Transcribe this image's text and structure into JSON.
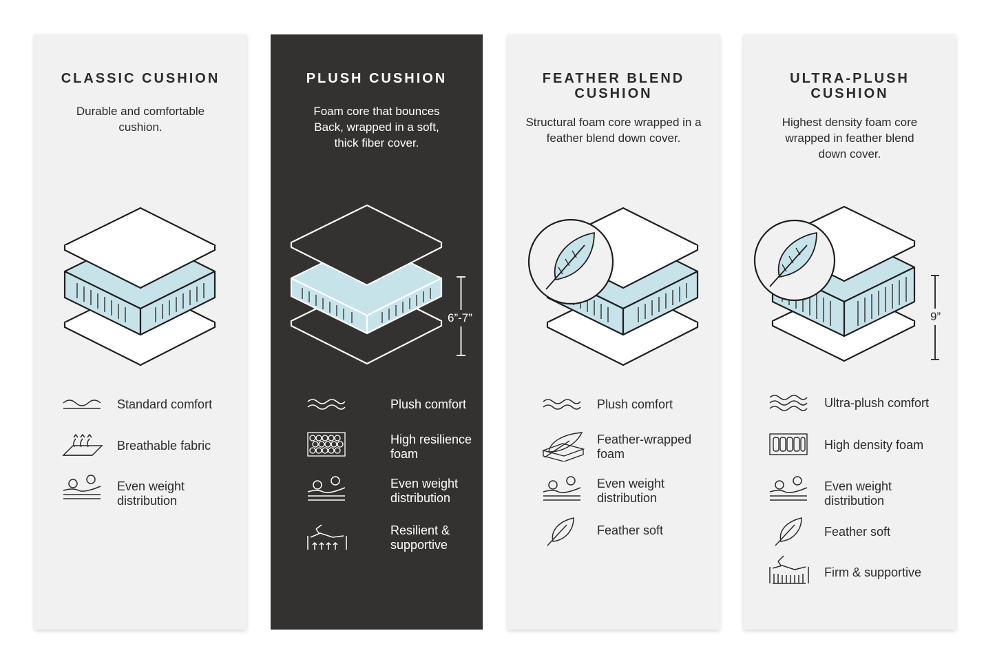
{
  "colors": {
    "panel": "#f1f1f1",
    "dark_panel": "#333231",
    "foam": "#c7e3ea",
    "ink": "#2b2b2b"
  },
  "cards": [
    {
      "title": "CLASSIC CUSHION",
      "description": "Durable and comfortable cushion.",
      "features": [
        {
          "icon": "wave-icon",
          "label": "Standard comfort"
        },
        {
          "icon": "breathable-fabric-icon",
          "label": "Breathable fabric"
        },
        {
          "icon": "weight-distribution-icon",
          "label": "Even weight distribution"
        }
      ]
    },
    {
      "title": "PLUSH CUSHION",
      "description": "Foam core that bounces Back, wrapped in a soft, thick fiber cover.",
      "height_label": "6”-7”",
      "features": [
        {
          "icon": "wave-icon",
          "label": "Plush comfort"
        },
        {
          "icon": "honeycomb-foam-icon",
          "label": "High resilience foam"
        },
        {
          "icon": "weight-distribution-icon",
          "label": "Even weight distribution"
        },
        {
          "icon": "support-arrows-icon",
          "label": "Resilient & supportive"
        }
      ]
    },
    {
      "title": "FEATHER BLEND CUSHION",
      "description": "Structural foam core wrapped in a feather blend down cover.",
      "features": [
        {
          "icon": "wave-icon",
          "label": "Plush comfort"
        },
        {
          "icon": "feather-wrapped-foam-icon",
          "label": "Feather-wrapped foam"
        },
        {
          "icon": "weight-distribution-icon",
          "label": "Even weight distribution"
        },
        {
          "icon": "feather-icon",
          "label": "Feather soft"
        }
      ]
    },
    {
      "title": "ULTRA-PLUSH CUSHION",
      "description": "Highest density foam core wrapped in feather blend down cover.",
      "height_label": "9”",
      "features": [
        {
          "icon": "wave-icon",
          "label": "Ultra-plush comfort"
        },
        {
          "icon": "density-foam-icon",
          "label": "High density foam"
        },
        {
          "icon": "weight-distribution-icon",
          "label": "Even weight distribution"
        },
        {
          "icon": "feather-icon",
          "label": "Feather soft"
        },
        {
          "icon": "firm-support-icon",
          "label": "Firm & supportive"
        }
      ]
    }
  ]
}
